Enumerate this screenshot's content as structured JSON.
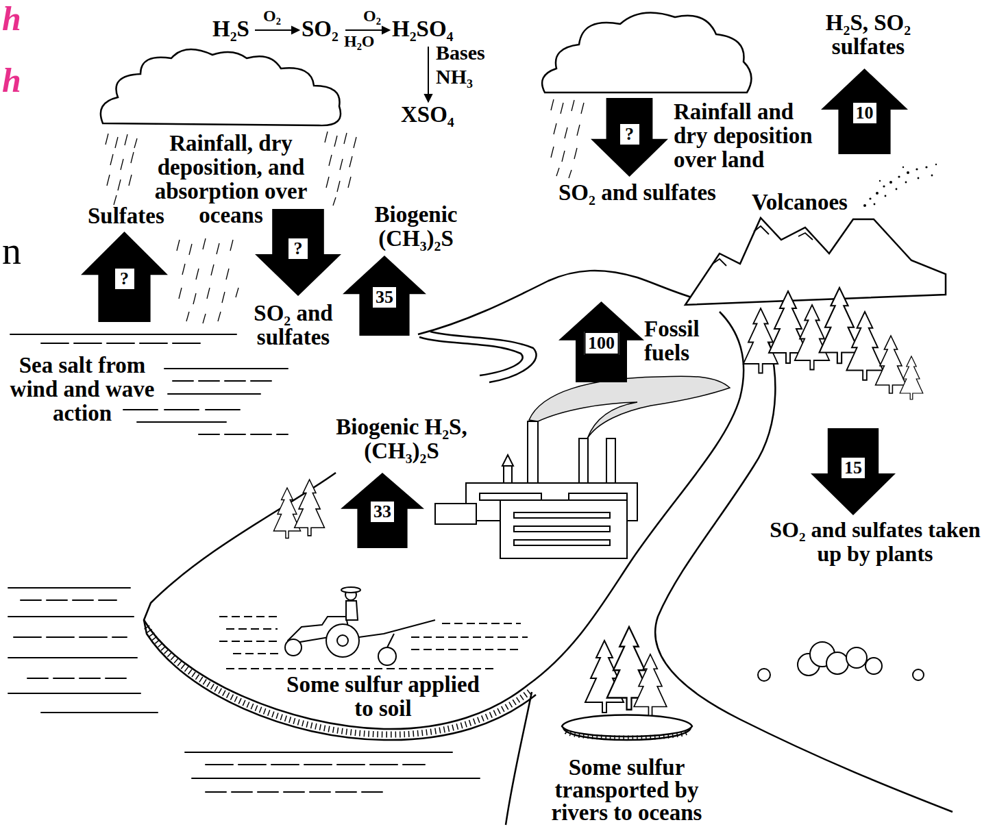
{
  "diagram": {
    "nodes": [
      {
        "text": [
          "10"
        ]
      },
      {
        "text": [
          "?"
        ]
      },
      {
        "text": [
          "?"
        ]
      },
      {
        "text": [
          "?"
        ]
      },
      {
        "text": [
          "35"
        ]
      },
      {
        "text": [
          "100"
        ]
      },
      {
        "text": [
          "15"
        ]
      },
      {
        "text": [
          "33"
        ]
      }
    ],
    "labels": [
      "h",
      "h",
      "n",
      "H₂S",
      "O₂",
      "SO₂",
      "O₂",
      "H₂O",
      "H₂SO₄",
      "Bases",
      "NH₃",
      "XSO₄",
      "H₂S, SO₂ sulfates",
      "Rainfall, dry deposition, and absorption over oceans",
      "Rainfall and dry deposition over land",
      "SO₂ and sulfates",
      "Volcanoes",
      "Sulfates",
      "Biogenic (CH₃)₂S",
      "SO₂ and sulfates",
      "Fossil fuels",
      "Sea salt from wind and wave action",
      "Biogenic H₂S, (CH₃)₂S",
      "SO₂ and sulfates taken up by plants",
      "Some sulfur applied to soil",
      "Some sulfur transported by rivers to oceans"
    ]
  }
}
